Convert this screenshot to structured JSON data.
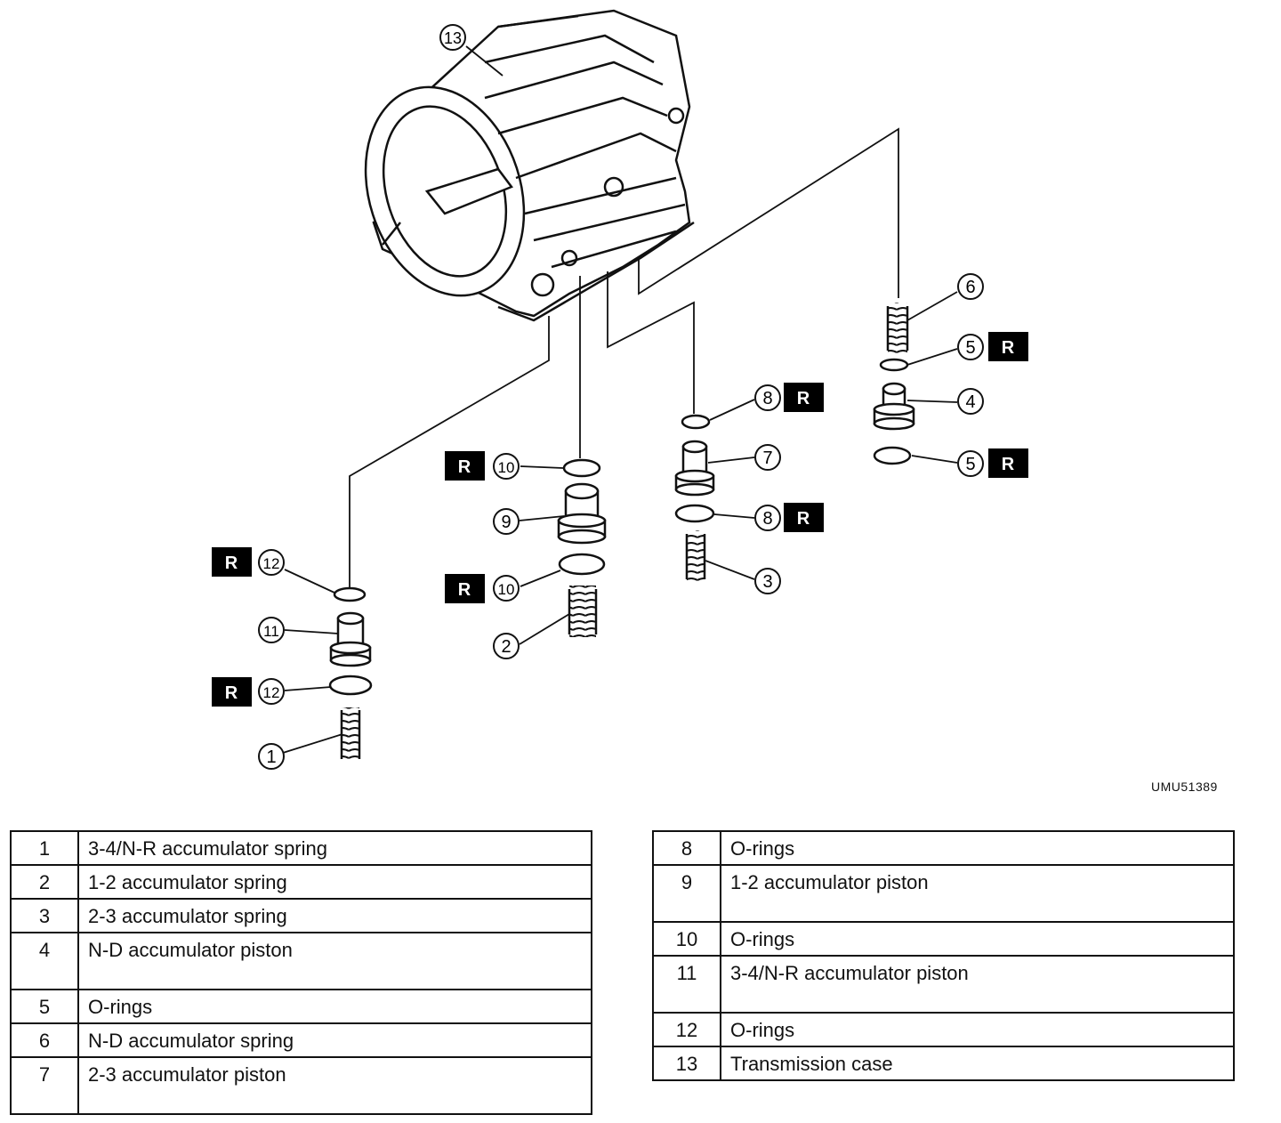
{
  "callouts": {
    "c1": "1",
    "c2": "2",
    "c3": "3",
    "c4": "4",
    "c5": "5",
    "c6": "6",
    "c7": "7",
    "c8": "8",
    "c9": "9",
    "c10": "10",
    "c11": "11",
    "c12": "12",
    "c13": "13"
  },
  "replace_badge": "R",
  "part_code": "UMU51389",
  "legend_left": [
    {
      "num": "1",
      "desc": "3-4/N-R accumulator spring"
    },
    {
      "num": "2",
      "desc": "1-2 accumulator spring"
    },
    {
      "num": "3",
      "desc": "2-3 accumulator spring"
    },
    {
      "num": "4",
      "desc": "N-D accumulator piston"
    },
    {
      "num": "5",
      "desc": "O-rings"
    },
    {
      "num": "6",
      "desc": "N-D accumulator spring"
    },
    {
      "num": "7",
      "desc": "2-3 accumulator piston"
    }
  ],
  "legend_right": [
    {
      "num": "8",
      "desc": "O-rings"
    },
    {
      "num": "9",
      "desc": "1-2 accumulator piston"
    },
    {
      "num": "10",
      "desc": "O-rings"
    },
    {
      "num": "11",
      "desc": "3-4/N-R accumulator piston"
    },
    {
      "num": "12",
      "desc": "O-rings"
    },
    {
      "num": "13",
      "desc": "Transmission case"
    }
  ]
}
